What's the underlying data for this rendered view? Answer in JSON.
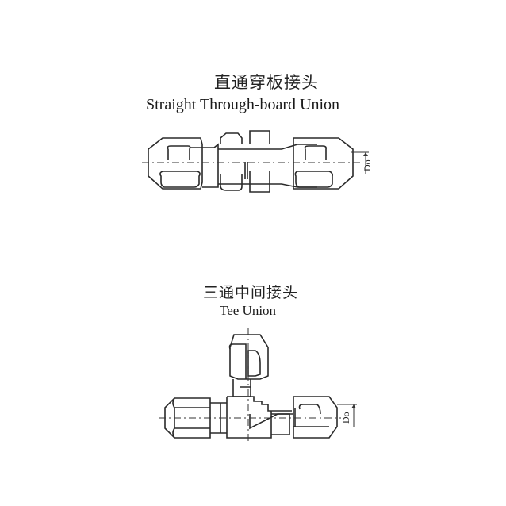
{
  "sections": [
    {
      "title_cn": "直通穿板接头",
      "title_en": "Straight Through-board Union",
      "dimension_label": "Do",
      "figure": "straight-through-board-union-drawing"
    },
    {
      "title_cn": "三通中间接头",
      "title_en": "Tee Union",
      "dimension_label": "Do",
      "figure": "tee-union-drawing"
    }
  ]
}
